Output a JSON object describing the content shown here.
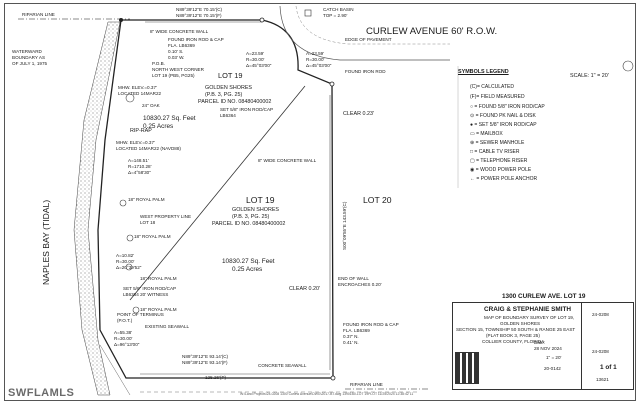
{
  "street": {
    "name": "CURLEW AVENUE 60' R.O.W.",
    "edge_of_pavement": "EDGE OF PAVEMENT"
  },
  "riparian_top": "RIPARIAN LINE",
  "riparian_bottom": "RIPARIAN LINE",
  "top_bearing_1": "N89°39'12\"E 70.15'(C)",
  "top_bearing_2": "N89°39'12\"E 70.15'(F)",
  "bottom_bearing_1": "N89°39'12\"E 93.14'(C)",
  "bottom_bearing_2": "N89°39'12\"E 93.14'(F)",
  "bottom_total": "125.26'(P)",
  "catch_basin": "CATCH BASIN",
  "catch_basin_top": "TOP = 2.90'",
  "wall_top": "8\" WIDE CONCRETE WALL",
  "iron_rod_top_1": "FOUND IRON ROD & CAP",
  "iron_rod_top_2": "FLA. LB6369",
  "iron_rod_top_3": "0.10' S.",
  "iron_rod_top_4": "0.03' W.",
  "pob": "P.O.B.",
  "nw_corner_1": "NORTH WEST CORNER",
  "nw_corner_2": "LOT 19 (PB5, PG25)",
  "curve_top_1": "A=23.59'",
  "curve_top_2": "R=30.00'",
  "curve_top_3": "Δ=45°03'00\"",
  "curve_right_1": "A=23.59'",
  "curve_right_2": "R=30.00'",
  "curve_right_3": "Δ=45°03'00\"",
  "found_iron_rod_right": "FOUND IRON ROD",
  "lot19_top": "LOT 19",
  "gs_top_1": "GOLDEN SHORES",
  "gs_top_2": "(P.B. 3, PG. 25)",
  "gs_top_3": "PARCEL ID NO. 08480400002",
  "set_rod_1": "SET 5/8\" IRON ROD/CAP",
  "set_rod_2": "LB6364",
  "waterward_1": "WATERWARD",
  "waterward_2": "BOUNDARY AS",
  "waterward_3": "OF JULY 1, 1975",
  "mhw1_1": "MHW. ELEV.=0.37'",
  "mhw1_2": "LOCATED 14MAR22",
  "oak": "24\" OAK",
  "area_top_1": "10830.27 Sq. Feet",
  "area_top_2": "0.25 Acres",
  "rip_rap": "RIP-RAP",
  "mhw2_1": "MHW. ELEV.=0.37'",
  "mhw2_2": "LOCATED 14MAR22 (NAVD88)",
  "curve_mid_1": "A=148.51'",
  "curve_mid_2": "R=1710.28'",
  "curve_mid_3": "Δ=4°58'30\"",
  "royal_palm_1": "18\" ROYAL PALM",
  "wpl_1": "WEST PROPERTY LINE",
  "wpl_2": "LOT 18",
  "royal_palm_2": "18\" ROYAL PALM",
  "lot19_mid": "LOT 19",
  "gs_mid_1": "GOLDEN SHORES",
  "gs_mid_2": "(P.B. 3, PG. 25)",
  "gs_mid_3": "PARCEL ID NO. 08480400002",
  "area_mid_1": "10830.27 Sq. Feet",
  "area_mid_2": "0.25 Acres",
  "curve_low_1": "A=10.82'",
  "curve_low_2": "R=30.00'",
  "curve_low_3": "Δ=20°39'52\"",
  "royal_palm_3": "18\" ROYAL PALM",
  "set_rod_low_1": "SET 5/8\" IRON ROD/CAP",
  "set_rod_low_2": "LB6364 20' WITNESS",
  "royal_palm_4": "18\" ROYAL PALM",
  "pot_1": "POINT OF TERMINUS",
  "pot_2": "(P.O.T.)",
  "curve_pot_1": "A=55.38'",
  "curve_pot_2": "R=30.00'",
  "curve_pot_3": "Δ=96°13'00\"",
  "existing_seawall": "EXISTING SEAWALL",
  "concrete_seawall": "CONCRETE SEAWALL",
  "naples_bay": "NAPLES BAY (TIDAL)",
  "lot20": "LOT 20",
  "clear_023": "CLEAR 0.23'",
  "clear_020": "CLEAR 0.20'",
  "wall_mid": "8\" WIDE CONCRETE WALL",
  "end_wall_1": "END OF WALL",
  "end_wall_2": "ENCROACHES 0.20'",
  "iron_rod_bot_1": "FOUND IRON ROD & CAP",
  "iron_rod_bot_2": "FLA. LB6369",
  "iron_rod_bot_3": "0.37' N.",
  "iron_rod_bot_4": "0.41' N.",
  "east_bearing": "S00°09'55\"E 143.59'(C)",
  "legend": {
    "title": "SYMBOLS LEGEND",
    "items": [
      "(C)= CALCULATED",
      "(F)= FIELD MEASURED",
      "= FOUND 5/8\" IRON ROD/CAP",
      "= FOUND PK NAIL & DISK",
      "= SET 5/8\" IRON ROD/CAP",
      "= MAILBOX",
      "= SEWER MANHOLE",
      "= CABLE TV RISER",
      "= TELEPHONE RISER",
      "= WOOD POWER POLE",
      "= POWER POLE ANCHOR"
    ],
    "symbols": [
      "",
      "",
      "○",
      "⊙",
      "●",
      "▭",
      "⊕",
      "□",
      "▢",
      "◉",
      "←"
    ]
  },
  "scale": "SCALE: 1\" = 20'",
  "title_block": {
    "address": "1300 CURLEW AVE. LOT 19",
    "client": "CRAIG & STEPHANIE SMITH",
    "desc_1": "MAP OF BOUNDARY SURVEY OF LOT 19,",
    "desc_2": "GOLDEN SHORES",
    "desc_3": "SECTION 15, TOWNSHIP 50 SOUTH & RANGE 25 EAST",
    "desc_4": "(PLAT BOOK 3, PAGE 25)",
    "desc_5": "COLLIER COUNTY, FLORIDA",
    "date": "28 NOV 2024",
    "date_label": "Date:",
    "scale_val": "1\" = 20'",
    "job_no": "20-0142",
    "sheet": "1 of 1",
    "r1": "24-0208",
    "r2": "24-0208",
    "r3": "13621"
  },
  "file_path": "W:\\Land Projects\\24-0208 1300 Curlew Avenue\\DWG\\2017-BT.dwg 13901B0-LOT 19PLOT 11/25/2024 12:38:42 11",
  "watermark": "SWFLAMLS"
}
